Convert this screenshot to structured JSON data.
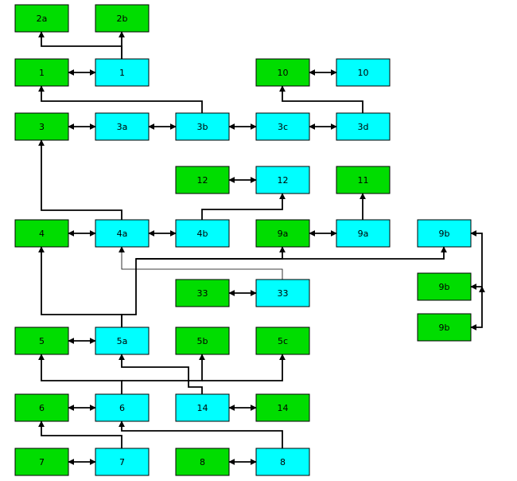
{
  "colors": {
    "green": "#00dd00",
    "cyan": "#00ffff",
    "border": "#000000",
    "line": "#000000",
    "thin_line": "#000000"
  },
  "nodes": [
    {
      "id": "n2a",
      "label": "2a",
      "color": "green"
    },
    {
      "id": "n2b",
      "label": "2b",
      "color": "green"
    },
    {
      "id": "n1g",
      "label": "1",
      "color": "green"
    },
    {
      "id": "n1c",
      "label": "1",
      "color": "cyan"
    },
    {
      "id": "n10g",
      "label": "10",
      "color": "green"
    },
    {
      "id": "n10c",
      "label": "10",
      "color": "cyan"
    },
    {
      "id": "n3",
      "label": "3",
      "color": "green"
    },
    {
      "id": "n3a",
      "label": "3a",
      "color": "cyan"
    },
    {
      "id": "n3b",
      "label": "3b",
      "color": "cyan"
    },
    {
      "id": "n3c",
      "label": "3c",
      "color": "cyan"
    },
    {
      "id": "n3d",
      "label": "3d",
      "color": "cyan"
    },
    {
      "id": "n12g",
      "label": "12",
      "color": "green"
    },
    {
      "id": "n12c",
      "label": "12",
      "color": "cyan"
    },
    {
      "id": "n11",
      "label": "11",
      "color": "green"
    },
    {
      "id": "n4",
      "label": "4",
      "color": "green"
    },
    {
      "id": "n4a",
      "label": "4a",
      "color": "cyan"
    },
    {
      "id": "n4b",
      "label": "4b",
      "color": "cyan"
    },
    {
      "id": "n9ag",
      "label": "9a",
      "color": "green"
    },
    {
      "id": "n9ac",
      "label": "9a",
      "color": "cyan"
    },
    {
      "id": "n9bc",
      "label": "9b",
      "color": "cyan"
    },
    {
      "id": "n33g",
      "label": "33",
      "color": "green"
    },
    {
      "id": "n33c",
      "label": "33",
      "color": "cyan"
    },
    {
      "id": "n9bg1",
      "label": "9b",
      "color": "green"
    },
    {
      "id": "n9bg2",
      "label": "9b",
      "color": "green"
    },
    {
      "id": "n5",
      "label": "5",
      "color": "green"
    },
    {
      "id": "n5a",
      "label": "5a",
      "color": "cyan"
    },
    {
      "id": "n5b",
      "label": "5b",
      "color": "green"
    },
    {
      "id": "n5c",
      "label": "5c",
      "color": "green"
    },
    {
      "id": "n6g",
      "label": "6",
      "color": "green"
    },
    {
      "id": "n6c",
      "label": "6",
      "color": "cyan"
    },
    {
      "id": "n14c",
      "label": "14",
      "color": "cyan"
    },
    {
      "id": "n14g",
      "label": "14",
      "color": "green"
    },
    {
      "id": "n7g",
      "label": "7",
      "color": "green"
    },
    {
      "id": "n7c",
      "label": "7",
      "color": "cyan"
    },
    {
      "id": "n8g",
      "label": "8",
      "color": "green"
    },
    {
      "id": "n8c",
      "label": "8",
      "color": "cyan"
    }
  ],
  "connections": [
    {
      "from": "n1c",
      "to": "n2a",
      "style": "arrow"
    },
    {
      "from": "n1c",
      "to": "n2b",
      "style": "arrow"
    },
    {
      "from": "n1g",
      "to": "n1c",
      "style": "bidirectional"
    },
    {
      "from": "n10g",
      "to": "n10c",
      "style": "bidirectional"
    },
    {
      "from": "n3b",
      "to": "n1g",
      "style": "arrow"
    },
    {
      "from": "n3d",
      "to": "n10g",
      "style": "arrow"
    },
    {
      "from": "n3",
      "to": "n3a",
      "style": "bidirectional"
    },
    {
      "from": "n3a",
      "to": "n3b",
      "style": "bidirectional"
    },
    {
      "from": "n3b",
      "to": "n3c",
      "style": "bidirectional"
    },
    {
      "from": "n3c",
      "to": "n3d",
      "style": "bidirectional"
    },
    {
      "from": "n12g",
      "to": "n12c",
      "style": "bidirectional"
    },
    {
      "from": "n4a",
      "to": "n3",
      "style": "arrow"
    },
    {
      "from": "n4b",
      "to": "n12c",
      "style": "arrow"
    },
    {
      "from": "n9ac",
      "to": "n11",
      "style": "arrow"
    },
    {
      "from": "n4",
      "to": "n4a",
      "style": "bidirectional"
    },
    {
      "from": "n4a",
      "to": "n4b",
      "style": "bidirectional"
    },
    {
      "from": "n9ag",
      "to": "n9ac",
      "style": "bidirectional"
    },
    {
      "from": "n9bc",
      "to": "n9bg1",
      "style": "bidirectional"
    },
    {
      "from": "n9bc",
      "to": "n9bg2",
      "style": "bidirectional"
    },
    {
      "from": "n5a",
      "to": "n9ag",
      "style": "arrow"
    },
    {
      "from": "n5a",
      "to": "n9bc",
      "style": "arrow"
    },
    {
      "from": "n33c",
      "to": "n4a",
      "style": "thin-arrow"
    },
    {
      "from": "n5a",
      "to": "n4",
      "style": "arrow"
    },
    {
      "from": "n33g",
      "to": "n33c",
      "style": "bidirectional"
    },
    {
      "from": "n5",
      "to": "n5a",
      "style": "bidirectional"
    },
    {
      "from": "n6c",
      "to": "n5",
      "style": "arrow"
    },
    {
      "from": "n6c",
      "to": "n5b",
      "style": "arrow"
    },
    {
      "from": "n6c",
      "to": "n5c",
      "style": "arrow"
    },
    {
      "from": "n14c",
      "to": "n5a",
      "style": "arrow"
    },
    {
      "from": "n6g",
      "to": "n6c",
      "style": "bidirectional"
    },
    {
      "from": "n14c",
      "to": "n14g",
      "style": "bidirectional"
    },
    {
      "from": "n7c",
      "to": "n6g",
      "style": "arrow"
    },
    {
      "from": "n8c",
      "to": "n6c",
      "style": "arrow"
    },
    {
      "from": "n7g",
      "to": "n7c",
      "style": "bidirectional"
    },
    {
      "from": "n8g",
      "to": "n8c",
      "style": "bidirectional"
    }
  ]
}
